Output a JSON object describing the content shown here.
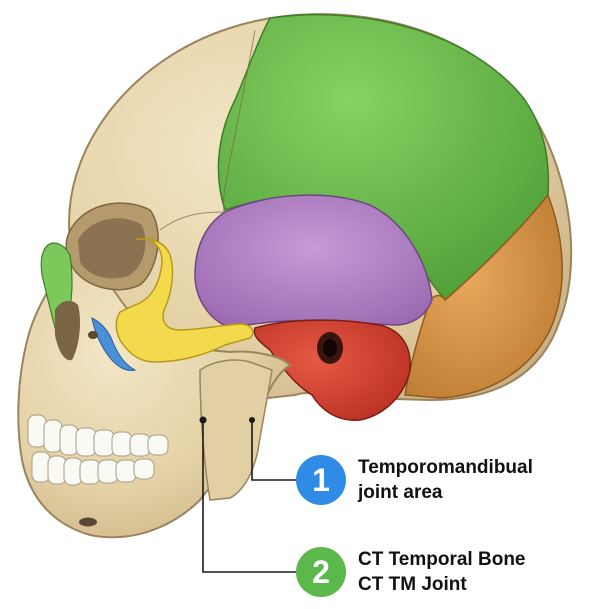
{
  "colors": {
    "bone": "#E6D6AE",
    "bone_shadow": "#BFA77A",
    "bone_outline": "#8C7550",
    "parietal": "#6FBF4A",
    "frontal_left_strip": "#7DC85A",
    "temporal_squama": "#B483C6",
    "occipital": "#D9974A",
    "temporal_petrous": "#D8412F",
    "zygomatic": "#F2DA4C",
    "maxilla_edge": "#4A90D9",
    "teeth": "#FAFAF5",
    "line": "#1a1a1a",
    "badge_1": "#2E8BE6",
    "badge_2": "#5BB84A"
  },
  "callouts": [
    {
      "number": "1",
      "line1": "Temporomandibual",
      "line2": "joint area"
    },
    {
      "number": "2",
      "line1": "CT Temporal Bone",
      "line2": "CT TM Joint"
    }
  ],
  "regions": [
    {
      "name": "parietal-bone",
      "icon": "green-region"
    },
    {
      "name": "temporal-squama",
      "icon": "purple-region"
    },
    {
      "name": "occipital-bone",
      "icon": "orange-region"
    },
    {
      "name": "temporal-petrous",
      "icon": "red-region"
    },
    {
      "name": "zygomatic-arch",
      "icon": "yellow-region"
    }
  ]
}
